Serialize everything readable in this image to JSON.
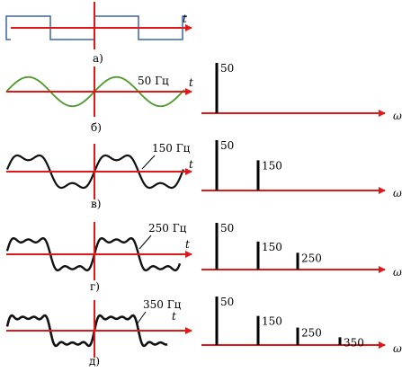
{
  "rows": [
    {
      "caption": "а)",
      "time_label": "t",
      "signal": "square",
      "harmonics": []
    },
    {
      "caption": "б)",
      "time_label": "t",
      "signal": "sum",
      "harmonics": [
        1
      ],
      "freq_label": "50 Гц",
      "omega_label": "ω",
      "spectrum": [
        {
          "label": "50",
          "amplitude": 1.0
        }
      ]
    },
    {
      "caption": "в)",
      "time_label": "t",
      "signal": "sum",
      "harmonics": [
        1,
        3
      ],
      "freq_label": "150 Гц",
      "omega_label": "ω",
      "spectrum": [
        {
          "label": "50",
          "amplitude": 1.0
        },
        {
          "label": "150",
          "amplitude": 0.6
        }
      ]
    },
    {
      "caption": "г)",
      "time_label": "t",
      "signal": "sum",
      "harmonics": [
        1,
        3,
        5
      ],
      "freq_label": "250 Гц",
      "omega_label": "ω",
      "spectrum": [
        {
          "label": "50",
          "amplitude": 1.0
        },
        {
          "label": "150",
          "amplitude": 0.6
        },
        {
          "label": "250",
          "amplitude": 0.36
        }
      ]
    },
    {
      "caption": "д)",
      "time_label": "t",
      "signal": "sum",
      "harmonics": [
        1,
        3,
        5,
        7
      ],
      "freq_label": "350 Гц",
      "omega_label": "ω",
      "spectrum": [
        {
          "label": "50",
          "amplitude": 1.0
        },
        {
          "label": "150",
          "amplitude": 0.6
        },
        {
          "label": "250",
          "amplitude": 0.36
        },
        {
          "label": "350",
          "amplitude": 0.16
        }
      ]
    }
  ],
  "colors": {
    "axis": "#e01818",
    "square": "#3a64a8",
    "sine": "#4a9a2a",
    "sum": "#111111",
    "bar": "#000000"
  }
}
